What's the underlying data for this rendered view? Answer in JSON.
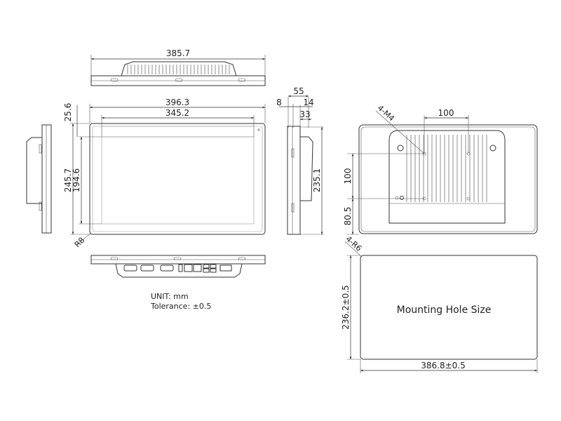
{
  "title": "Panel PC Dimension Drawing",
  "top_view": {
    "width_label": "385.7"
  },
  "front_view": {
    "overall_width": "396.3",
    "screen_width": "345.2",
    "top_offset": "25.6",
    "overall_height": "245.7",
    "screen_height": "194.6",
    "corner_radius": "R8"
  },
  "side_view": {
    "depth_total": "55",
    "bezel": "8",
    "rear_offset": "14",
    "body_depth": "33",
    "height": "235.1"
  },
  "back_view": {
    "vesa_horizontal": "100",
    "vesa_vertical": "100",
    "bottom_offset": "80.5",
    "screw_label": "4-M4"
  },
  "cutout": {
    "corner_label": "4-R6",
    "height_label": "236.2±0.5",
    "width_label": "386.8±0.5",
    "title": "Mounting Hole Size"
  },
  "notes": {
    "unit": "UNIT: mm",
    "tolerance": "Tolerance: ±0.5"
  }
}
